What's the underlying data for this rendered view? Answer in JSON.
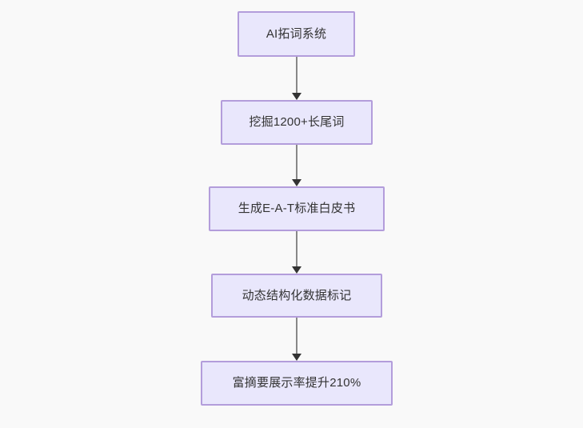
{
  "diagram": {
    "type": "flowchart",
    "direction": "top-to-bottom",
    "background_color": "#f9f9f9",
    "node_fill_color": "#e9e7fc",
    "node_border_color": "#b39ddb",
    "node_text_color": "#333333",
    "edge_line_color": "#888888",
    "edge_arrow_color": "#333333",
    "nodes": [
      {
        "id": "n1",
        "label": "AI拓词系统"
      },
      {
        "id": "n2",
        "label": "挖掘1200+长尾词"
      },
      {
        "id": "n3",
        "label": "生成E-A-T标准白皮书"
      },
      {
        "id": "n4",
        "label": "动态结构化数据标记"
      },
      {
        "id": "n5",
        "label": "富摘要展示率提升210%"
      }
    ],
    "edges": [
      {
        "from": "n1",
        "to": "n2"
      },
      {
        "from": "n2",
        "to": "n3"
      },
      {
        "from": "n3",
        "to": "n4"
      },
      {
        "from": "n4",
        "to": "n5"
      }
    ]
  }
}
